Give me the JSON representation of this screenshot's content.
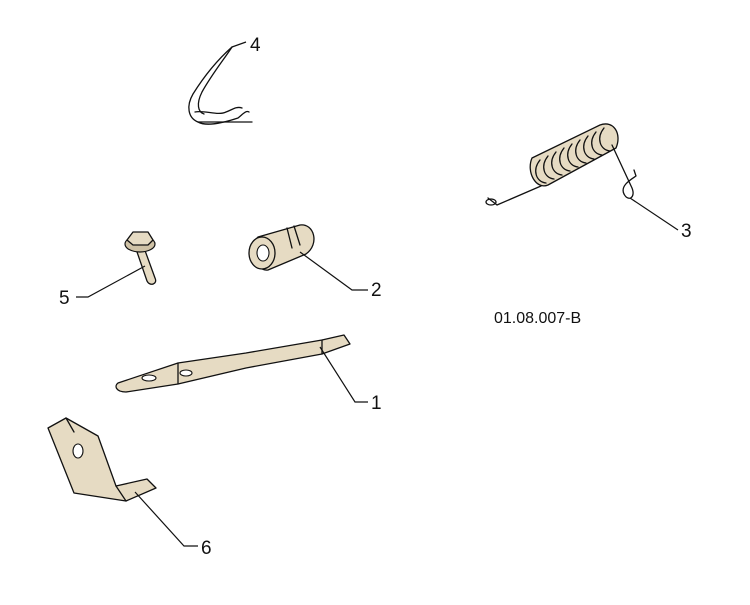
{
  "callouts": [
    {
      "id": "1",
      "label": "1"
    },
    {
      "id": "2",
      "label": "2"
    },
    {
      "id": "3",
      "label": "3"
    },
    {
      "id": "4",
      "label": "4"
    },
    {
      "id": "5",
      "label": "5"
    },
    {
      "id": "6",
      "label": "6"
    }
  ],
  "reference_code": "01.08.007-B",
  "colors": {
    "part_fill": "#e6dbc3",
    "outline": "#111111",
    "background": "#ffffff"
  }
}
